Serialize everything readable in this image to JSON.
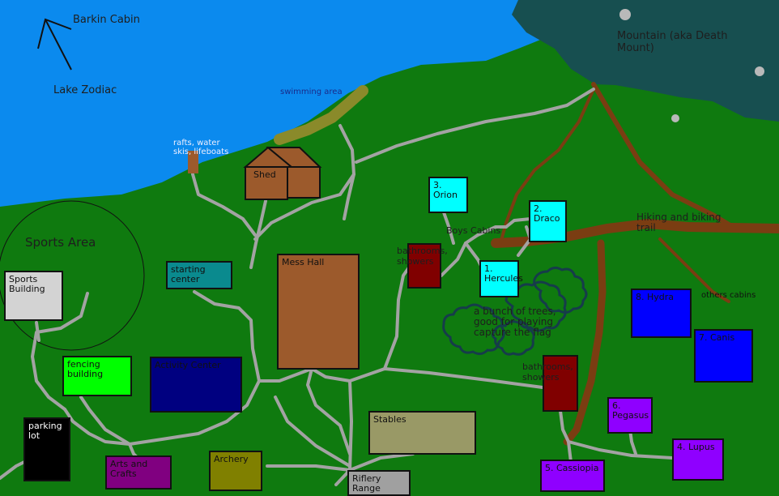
{
  "labels": {
    "barkin_cabin": "Barkin Cabin",
    "lake_zodiac": "Lake Zodiac",
    "swimming_area": "swimming area",
    "rafts": "rafts, water\nskis, lifeboats",
    "mountain": "Mountain (aka Death\nMount)",
    "sports_area": "Sports Area",
    "boys_cabins": "Boys Cabins",
    "hiking_trail": "Hiking and biking\ntrail",
    "others_cabins": "others cabins",
    "trees": "a bunch of trees,\ngood for playing\ncapture the flag"
  },
  "buildings": {
    "shed": "Shed",
    "orion": "3. Orion",
    "draco": "2. Draco",
    "bathrooms_top": "bathrooms,\nshowers",
    "hercules": "1.\nHercules",
    "hydra": "8. Hydra",
    "canis": "7. Canis",
    "sports_building": "Sports\nBuilding",
    "starting_center": "starting\ncenter",
    "mess_hall": "Mess Hall",
    "fencing_building": "fencing\nbuilding",
    "activity_center": "Activity Center",
    "bathrooms_bottom": "bathrooms,\nshowers",
    "pegasus": "6.\nPegasus",
    "lupus": "4. Lupus",
    "stables": "Stables",
    "parking_lot": "parking\nlot",
    "arts_crafts": "Arts and\nCrafts",
    "archery": "Archery",
    "riflery_range": "Riflery Range",
    "cassiopia": "5. Cassiopia"
  },
  "colors": {
    "grass": "#0f7a0f",
    "lake": "#0b8aee",
    "mountain": "#174f50",
    "trail": "#7a3d12",
    "path": "#a3a3a3",
    "cabin_cyan": "#00ffff",
    "cabin_blue": "#0000ff",
    "cabin_purple": "#8f00ff",
    "bathroom": "#800000"
  }
}
